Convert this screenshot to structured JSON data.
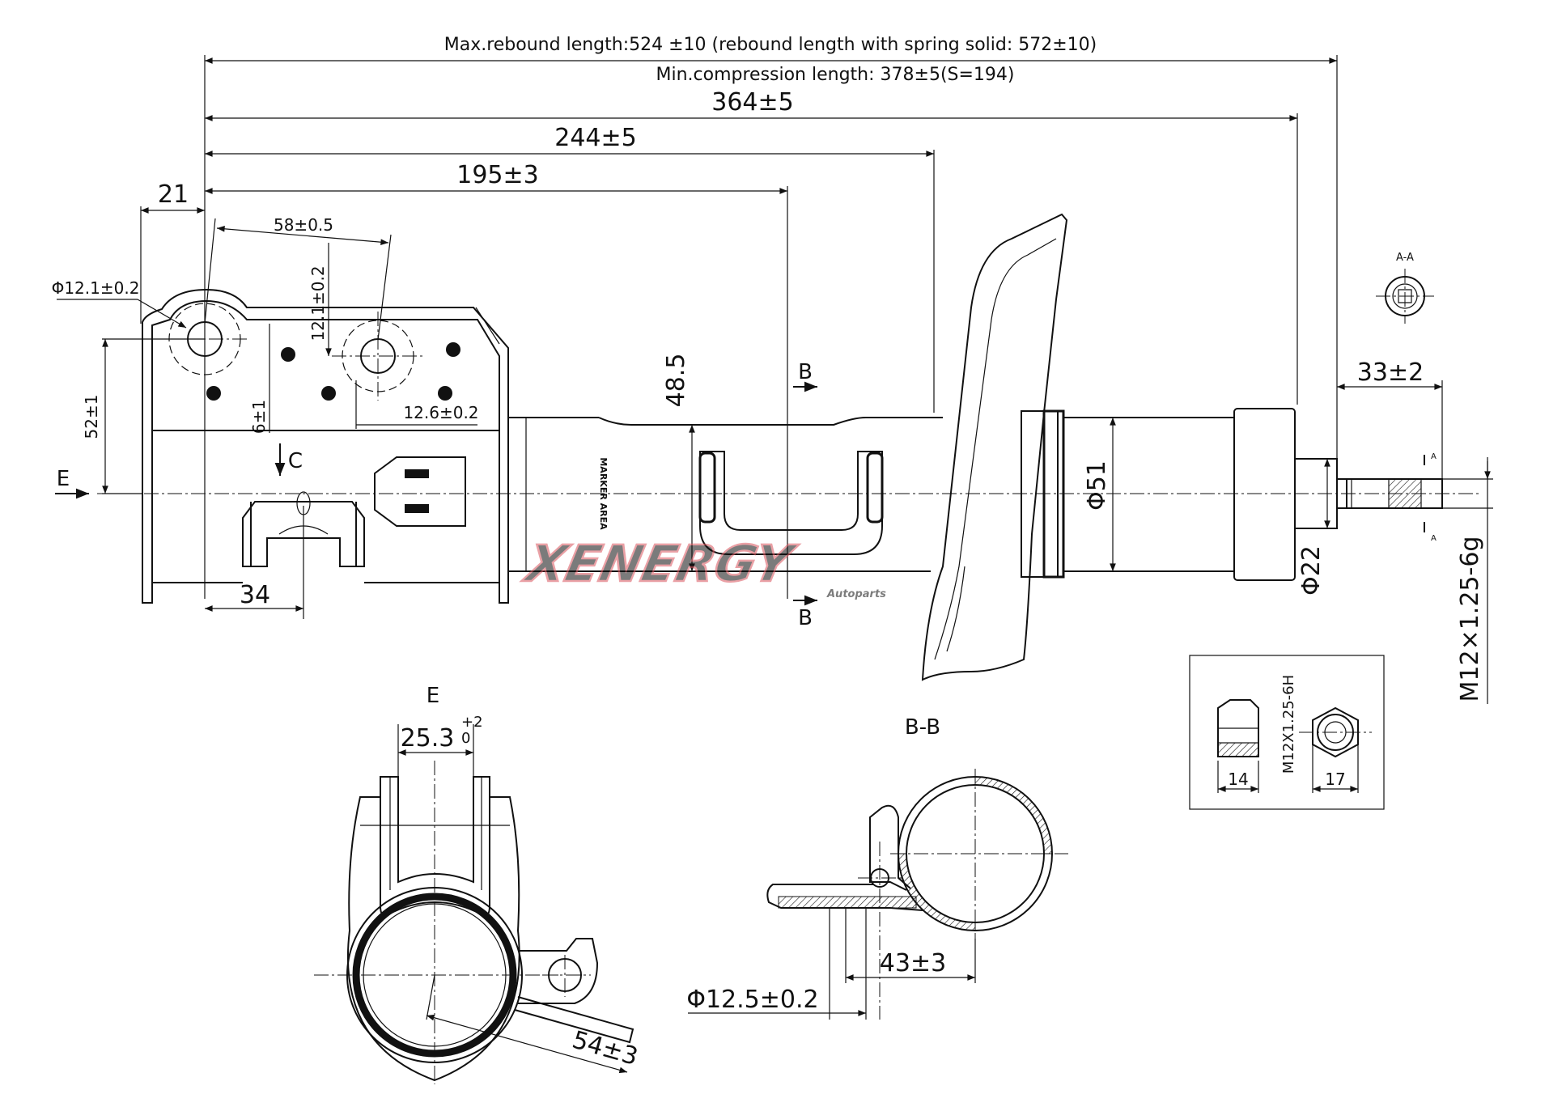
{
  "dimensions": {
    "max_rebound": "Max.rebound length:524 ±10 (rebound length with spring solid: 572±10)",
    "min_compression": "Min.compression length: 378±5(S=194)",
    "d364": "364±5",
    "d244": "244±5",
    "d195": "195±3",
    "d21": "21",
    "d58": "58±0.5",
    "d12_1_vert": "12.1±0.2",
    "dia12_1": "Φ12.1±0.2",
    "d52": "52±1",
    "d6": "6±1",
    "d12_6": "12.6±0.2",
    "d48_5": "48.5",
    "d34": "34",
    "dia51": "Φ51",
    "dia22": "Φ22",
    "d33": "33±2",
    "thread": "M12×1.25-6g",
    "d25_3": "25.3",
    "d25_3_upper": "+2",
    "d25_3_lower": "0",
    "d54": "54±3",
    "d43": "43±3",
    "dia12_5": "Φ12.5±0.2",
    "nut_thread": "M12X1.25-6H",
    "nut_h": "14",
    "nut_w": "17"
  },
  "labels": {
    "section_aa": "A-A",
    "section_bb": "B-B",
    "view_e": "E",
    "arrow_e": "E",
    "arrow_c": "C",
    "cut_b_top": "B",
    "cut_b_bottom": "B",
    "marker_area": "MARKER AREA",
    "cut_a_top": "A",
    "cut_a_bottom": "A"
  },
  "watermark": {
    "brand": "XENERGY",
    "sub": "Autoparts",
    "color": "#d9535c"
  }
}
